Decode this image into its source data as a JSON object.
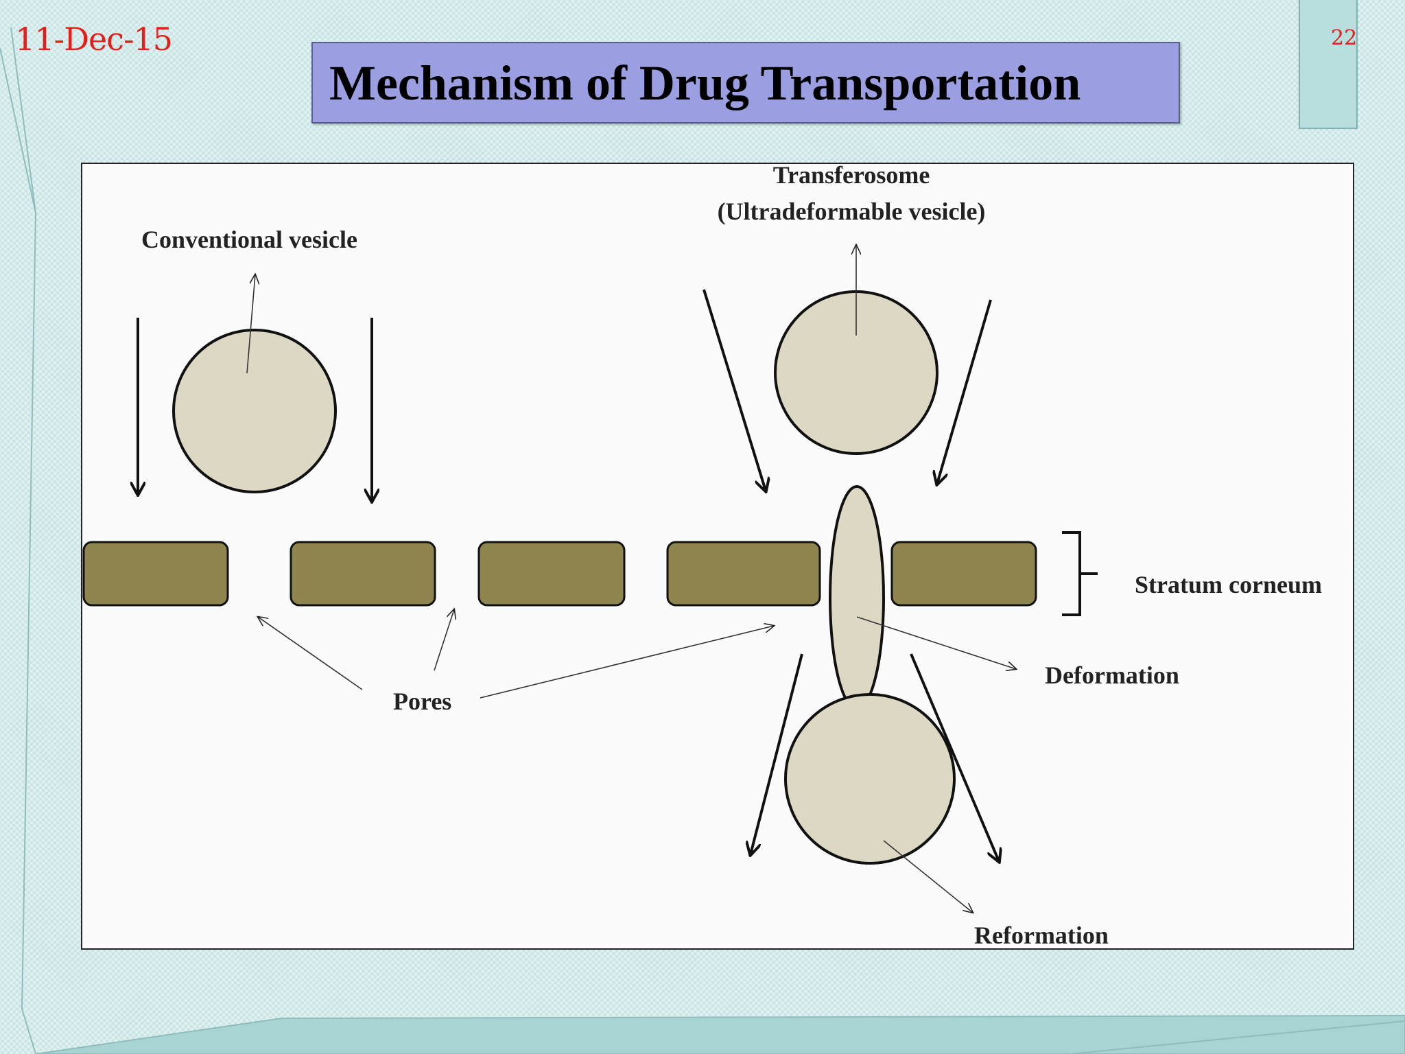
{
  "slide": {
    "date": "11-Dec-15",
    "page_number": "22",
    "title": "Mechanism of Drug Transportation"
  },
  "diagram": {
    "labels": {
      "transferosome": "Transferosome",
      "ultradeformable": "(Ultradeformable vesicle)",
      "conventional": "Conventional vesicle",
      "stratum": "Stratum corneum",
      "pores": "Pores",
      "deformation": "Deformation",
      "reformation": "Reformation"
    }
  },
  "colors": {
    "accent_date": "#e0201a",
    "title_box": "#9b9ee0",
    "corneum_block": "#8e854f",
    "vesicle": "#ddd8c3",
    "background": "#d6ecec"
  }
}
